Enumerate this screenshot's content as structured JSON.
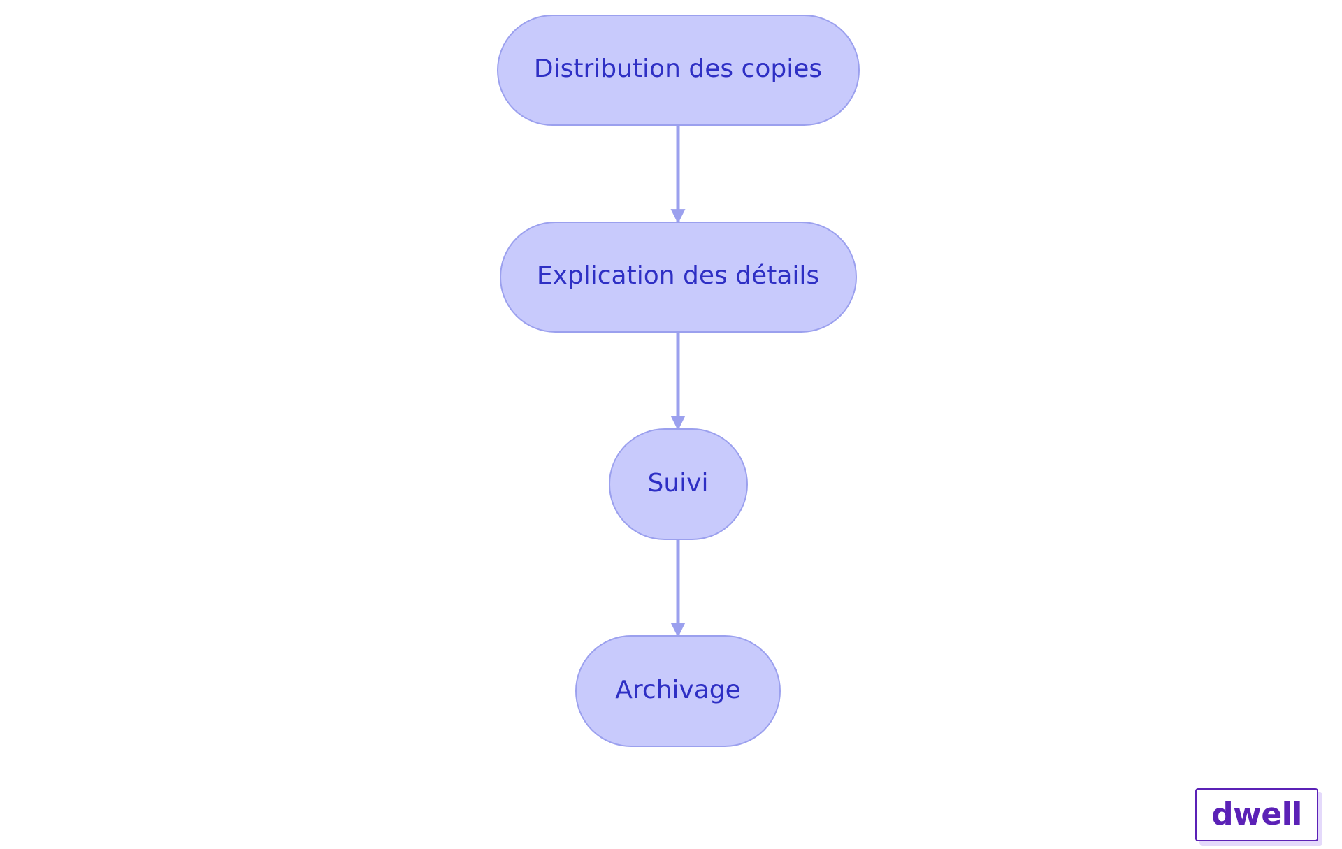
{
  "diagram": {
    "nodes": [
      {
        "id": "n1",
        "label": "Distribution des copies"
      },
      {
        "id": "n2",
        "label": "Explication des détails"
      },
      {
        "id": "n3",
        "label": "Suivi"
      },
      {
        "id": "n4",
        "label": "Archivage"
      }
    ],
    "edges": [
      {
        "from": "n1",
        "to": "n2"
      },
      {
        "from": "n2",
        "to": "n3"
      },
      {
        "from": "n3",
        "to": "n4"
      }
    ]
  },
  "brand": {
    "logo_text": "dwell"
  },
  "colors": {
    "node_fill": "#c8cafc",
    "node_stroke": "#9ba0ee",
    "node_text": "#2e2fc4",
    "edge": "#9ba0ee",
    "brand_text": "#5b21b6",
    "brand_border": "#5b21b6"
  }
}
